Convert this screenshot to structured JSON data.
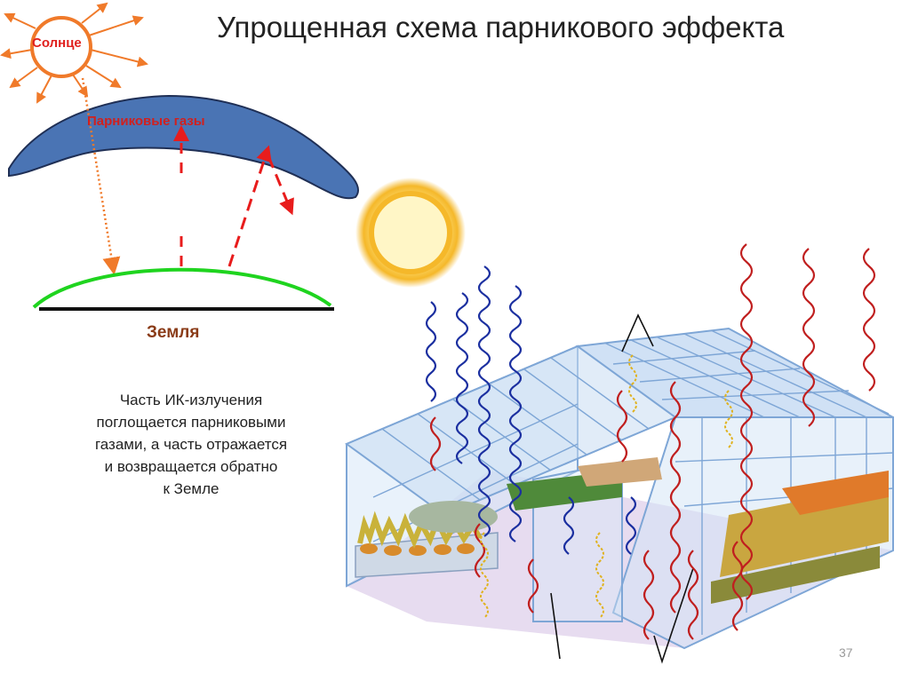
{
  "title": "Упрощенная схема парникового эффекта",
  "labels": {
    "sun": "Солнце",
    "greenhouse_gases": "Парниковые газы",
    "earth": "Земля"
  },
  "caption_lines": [
    "Часть ИК-излучения",
    "поглощается парниковыми",
    "газами, а часть отражается",
    "и возвращается обратно",
    "к Земле"
  ],
  "page_number": "37",
  "colors": {
    "sun_outline": "#f07a2a",
    "gas_layer": "#4a74b4",
    "earth_arc": "#1fd41f",
    "ir_arrow": "#e81c1c",
    "incoming_ray": "#f07a2a",
    "glass": "#9fc3ea",
    "blue_wave": "#1b2fa0",
    "red_wave": "#c01f1f",
    "yellow_wave": "#e0b21e"
  }
}
